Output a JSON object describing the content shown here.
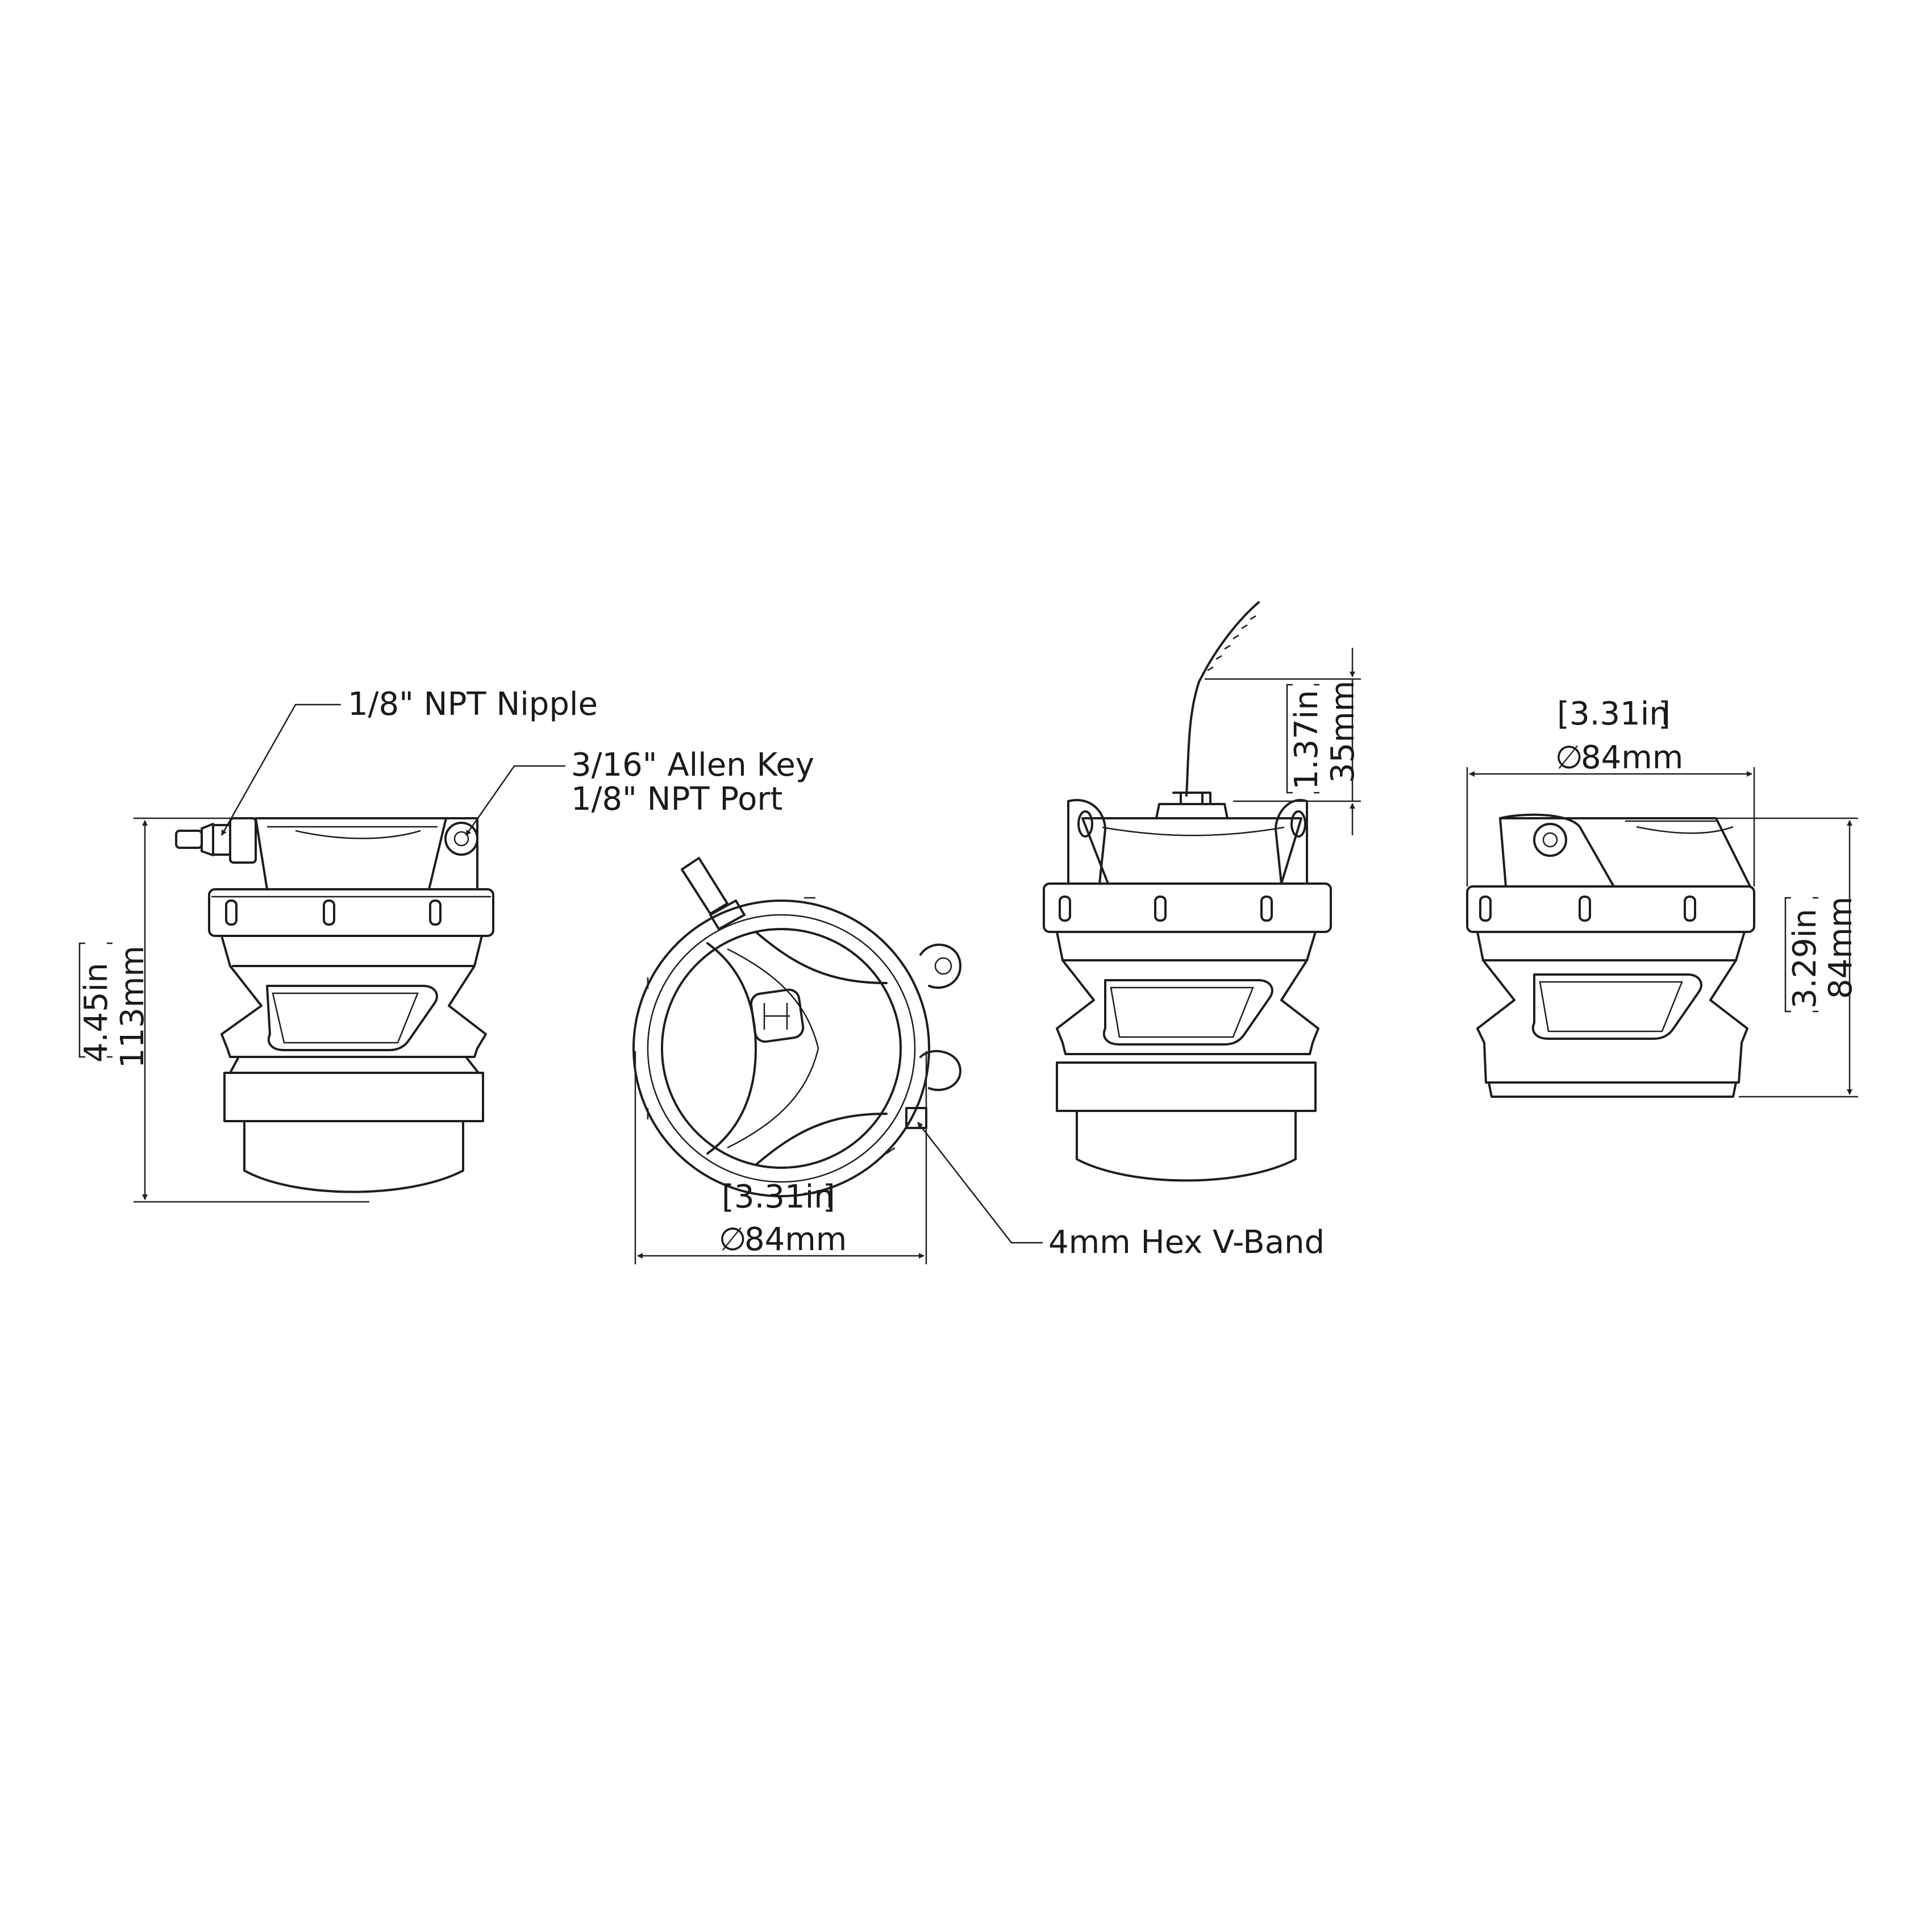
{
  "callouts": {
    "nipple": "1/8\" NPT Nipple",
    "allen_line1": "3/16\" Allen Key",
    "allen_line2": "1/8\" NPT Port",
    "vband": "4mm Hex V-Band"
  },
  "dimensions": {
    "overall_height_in": "4.45in",
    "overall_height_mm": "113mm",
    "top_diameter_in": "3.31in",
    "top_diameter_mm": "84mm",
    "wire_height_in": "1.37in",
    "wire_height_mm": "35mm",
    "right_diameter_in": "3.31in",
    "right_diameter_mm": "84mm",
    "right_height_in": "3.29in",
    "right_height_mm": "84mm"
  },
  "symbols": {
    "diameter": "∅",
    "bracket_open": "[",
    "bracket_close": "]"
  }
}
